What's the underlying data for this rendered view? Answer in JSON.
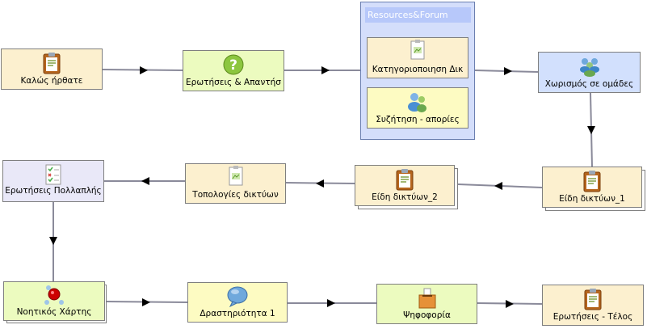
{
  "group": {
    "title": "Resources&Forum"
  },
  "nodes": {
    "welcome": {
      "label": "Καλώς ήρθατε",
      "icon": "clipboard-icon"
    },
    "qa": {
      "label": "Ερωτήσεις & Απαντήσ",
      "icon": "question-icon"
    },
    "categorize": {
      "label": "Κατηγοριοποιηση Δικ",
      "icon": "document-icon"
    },
    "discussion": {
      "label": "Συζήτηση - απορίες",
      "icon": "people-icon"
    },
    "grouping": {
      "label": "Χωρισμός σε ομάδες",
      "icon": "group-icon"
    },
    "types1": {
      "label": "Είδη δικτύων_1",
      "icon": "clipboard-icon"
    },
    "types2": {
      "label": "Είδη δικτύων_2",
      "icon": "clipboard-icon"
    },
    "topologies": {
      "label": "Τοπολογίες δικτύων",
      "icon": "document-icon"
    },
    "multiple": {
      "label": "Ερωτήσεις Πολλαπλής",
      "icon": "checklist-icon"
    },
    "mindmap": {
      "label": "Νοητικός Χάρτης",
      "icon": "mindmap-icon"
    },
    "activity": {
      "label": "Δραστηριότητα 1",
      "icon": "speech-bubble-icon"
    },
    "vote": {
      "label": "Ψηφοφορία",
      "icon": "ballot-box-icon"
    },
    "end": {
      "label": "Ερωτήσεις - Τέλος",
      "icon": "clipboard-icon"
    }
  }
}
